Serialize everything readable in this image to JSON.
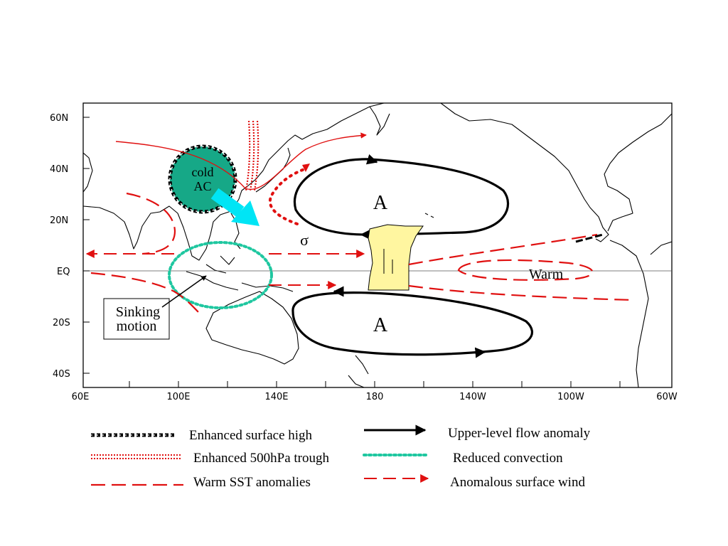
{
  "map": {
    "lon_ticks": [
      "60E",
      "100E",
      "140E",
      "180",
      "140W",
      "100W",
      "60W"
    ],
    "lat_ticks": [
      "60N",
      "40N",
      "20N",
      "EQ",
      "20S",
      "40S"
    ],
    "labels": {
      "cold_ac_line1": "cold",
      "cold_ac_line2": "AC",
      "anticyclone_north": "A",
      "anticyclone_south": "A",
      "warm": "Warm",
      "sinking_line1": "Sinking",
      "sinking_line2": "motion"
    },
    "colors": {
      "red": "#e01010",
      "teal_fill": "#16a887",
      "cyan_arrow": "#00e5f5",
      "teal_dots": "#1fc7a0",
      "yellow_fill": "#fff6a0"
    }
  },
  "legend": {
    "enhanced_surface_high": "Enhanced surface high",
    "enhanced_500hpa_trough": "Enhanced 500hPa trough",
    "warm_sst_anomalies": "Warm SST anomalies",
    "upper_level_flow_anomaly": "Upper-level flow anomaly",
    "reduced_convection": "Reduced convection",
    "anomalous_surface_wind": "Anomalous surface wind"
  }
}
